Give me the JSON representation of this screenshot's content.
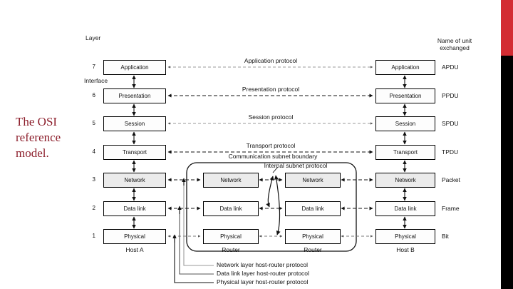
{
  "slide": {
    "title": "The OSI reference model.",
    "title_color": "#8C1E2B",
    "accent_red": "#D32D33",
    "accent_black": "#000000",
    "background": "#FFFFFF"
  },
  "diagram": {
    "headers": {
      "layer": "Layer",
      "interface": "Interface",
      "unit_exchanged": "Name of unit\nexchanged",
      "unit_exchanged_line1": "Name of unit",
      "unit_exchanged_line2": "exchanged"
    },
    "layer_numbers": [
      "7",
      "6",
      "5",
      "4",
      "3",
      "2",
      "1"
    ],
    "layers": [
      {
        "num": "7",
        "name": "Application",
        "protocol": "Application protocol",
        "unit": "APDU"
      },
      {
        "num": "6",
        "name": "Presentation",
        "protocol": "Presentation protocol",
        "unit": "PPDU"
      },
      {
        "num": "5",
        "name": "Session",
        "protocol": "Session protocol",
        "unit": "SPDU"
      },
      {
        "num": "4",
        "name": "Transport",
        "protocol": "Transport protocol",
        "unit": "TPDU"
      },
      {
        "num": "3",
        "name": "Network",
        "protocol": "",
        "unit": "Packet"
      },
      {
        "num": "2",
        "name": "Data link",
        "protocol": "",
        "unit": "Frame"
      },
      {
        "num": "1",
        "name": "Physical",
        "protocol": "",
        "unit": "Bit"
      }
    ],
    "hosts": {
      "left": "Host A",
      "right": "Host B"
    },
    "subnet": {
      "boundary_label": "Communication subnet boundary",
      "internal_protocol_label": "Internal subnet protocol",
      "router_left_caption": "Router",
      "router_right_caption": "Router",
      "router_layers": [
        "Network",
        "Data link",
        "Physical"
      ]
    },
    "host_router_notes": [
      "Network layer host-router protocol",
      "Data link layer host-router protocol",
      "Physical layer host-router protocol"
    ]
  }
}
